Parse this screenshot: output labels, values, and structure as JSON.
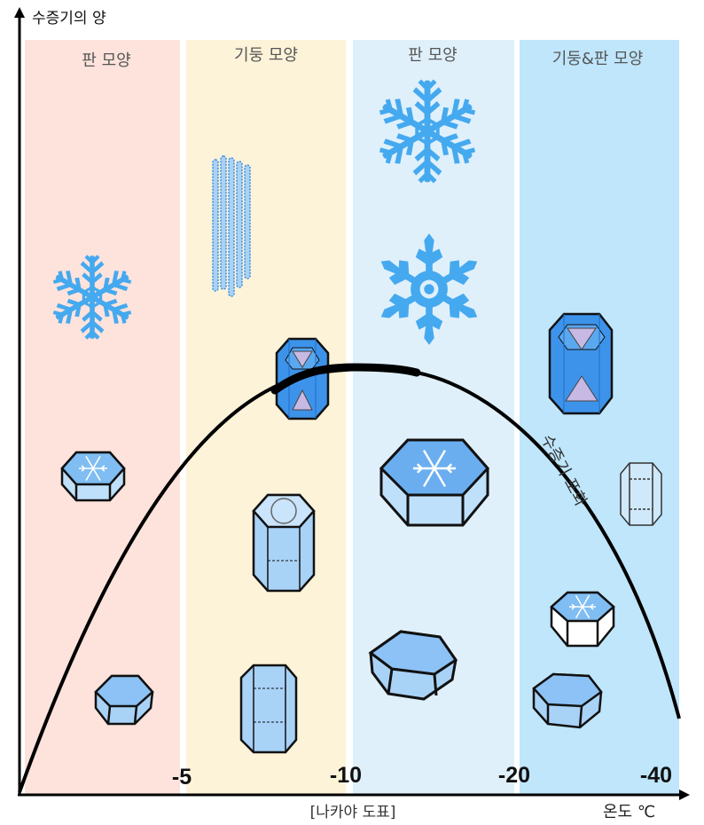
{
  "axes": {
    "y_label": "수증기의 양",
    "x_label": "온도 ℃",
    "source": "[나카야 도표]"
  },
  "zones": [
    {
      "label": "판 모양",
      "color": "#fde3dc"
    },
    {
      "label": "기둥 모양",
      "color": "#fdf3d9"
    },
    {
      "label": "판 모양",
      "color": "#dff0fb"
    },
    {
      "label": "기둥&판 모양",
      "color": "#bfe6fb"
    }
  ],
  "ticks": [
    "-5",
    "-10",
    "-20",
    "-40"
  ],
  "curve_label": "수증기 포화",
  "colors": {
    "snowflake": "#45a9ef",
    "crystal_fill": "#a9d2f7",
    "crystal_dark": "#2f88e6",
    "curve": "#000000",
    "zone_text": "#555555"
  }
}
